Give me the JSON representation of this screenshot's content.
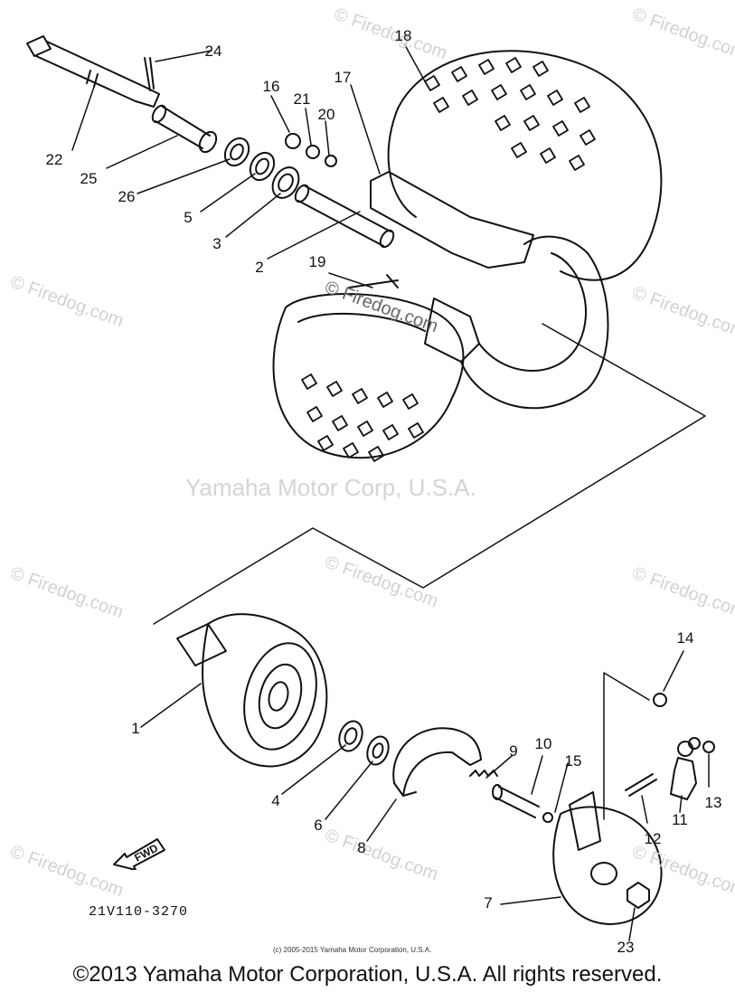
{
  "diagram": {
    "center_watermark": "Yamaha Motor Corp, U.S.A.",
    "part_code": "21V110-3270",
    "fwd_label": "FWD",
    "small_copyright": "(c) 2005-2015 Yamaha Motor Corporation, U.S.A.",
    "footer": "©2013 Yamaha Motor Corporation, U.S.A. All rights reserved.",
    "watermark_text": "© Firedog.com",
    "callouts": [
      "1",
      "2",
      "3",
      "4",
      "5",
      "6",
      "7",
      "8",
      "9",
      "10",
      "11",
      "12",
      "13",
      "14",
      "15",
      "16",
      "17",
      "18",
      "19",
      "20",
      "21",
      "22",
      "23",
      "24",
      "25",
      "26"
    ]
  },
  "colors": {
    "line": "#111111",
    "watermark": "#d2d2d2"
  }
}
